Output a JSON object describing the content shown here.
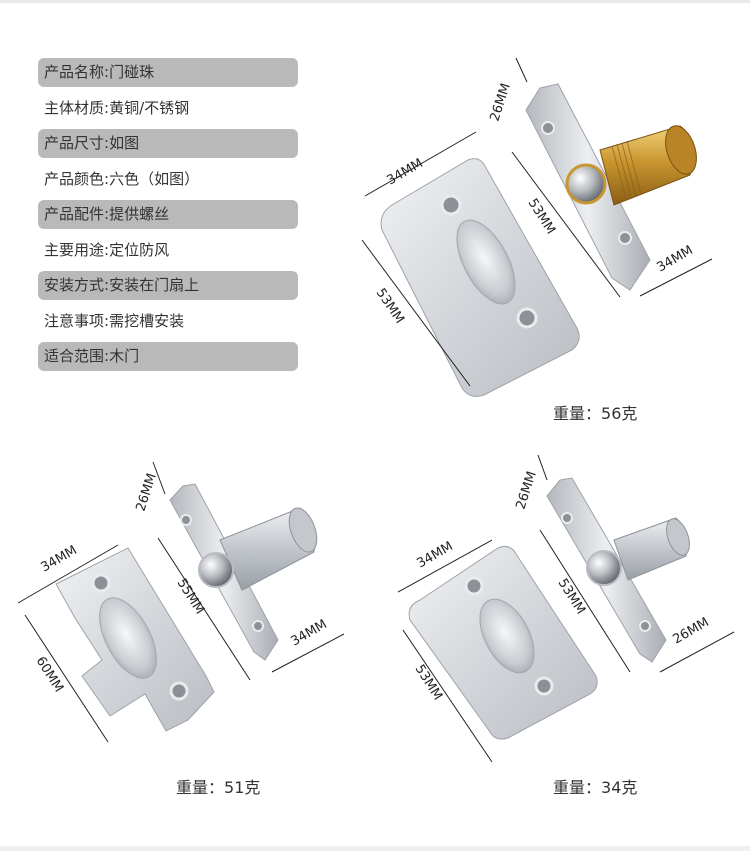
{
  "specs": [
    {
      "label": "产品名称",
      "value": "门碰珠",
      "shaded": true
    },
    {
      "label": "主体材质",
      "value": "黄铜/不锈钢",
      "shaded": false
    },
    {
      "label": "产品尺寸",
      "value": "如图",
      "shaded": true
    },
    {
      "label": "产品颜色",
      "value": "六色（如图）",
      "shaded": false
    },
    {
      "label": "产品配件",
      "value": "提供螺丝",
      "shaded": true
    },
    {
      "label": "主要用途",
      "value": "定位防风",
      "shaded": false
    },
    {
      "label": "安装方式",
      "value": "安装在门扇上",
      "shaded": true
    },
    {
      "label": "注意事项",
      "value": "需挖槽安装",
      "shaded": false
    },
    {
      "label": "适合范围",
      "value": "木门",
      "shaded": true
    }
  ],
  "products": [
    {
      "weight_label": "重量：",
      "weight_value": "56克",
      "plate_width": "34MM",
      "plate_height": "53MM",
      "body_width": "26MM",
      "body_length": "53MM",
      "barrel_length": "34MM",
      "barrel_material": "brass"
    },
    {
      "weight_label": "重量：",
      "weight_value": "51克",
      "plate_width": "34MM",
      "plate_height": "60MM",
      "body_width": "26MM",
      "body_length": "55MM",
      "barrel_length": "34MM",
      "barrel_material": "steel"
    },
    {
      "weight_label": "重量：",
      "weight_value": "34克",
      "plate_width": "34MM",
      "plate_height": "53MM",
      "body_width": "26MM",
      "body_length": "53MM",
      "barrel_length": "26MM",
      "barrel_material": "steel"
    }
  ],
  "colors": {
    "spec_shade": "#b9b9b9",
    "steel": "#cfd2d6",
    "brass": "#c9962f"
  }
}
